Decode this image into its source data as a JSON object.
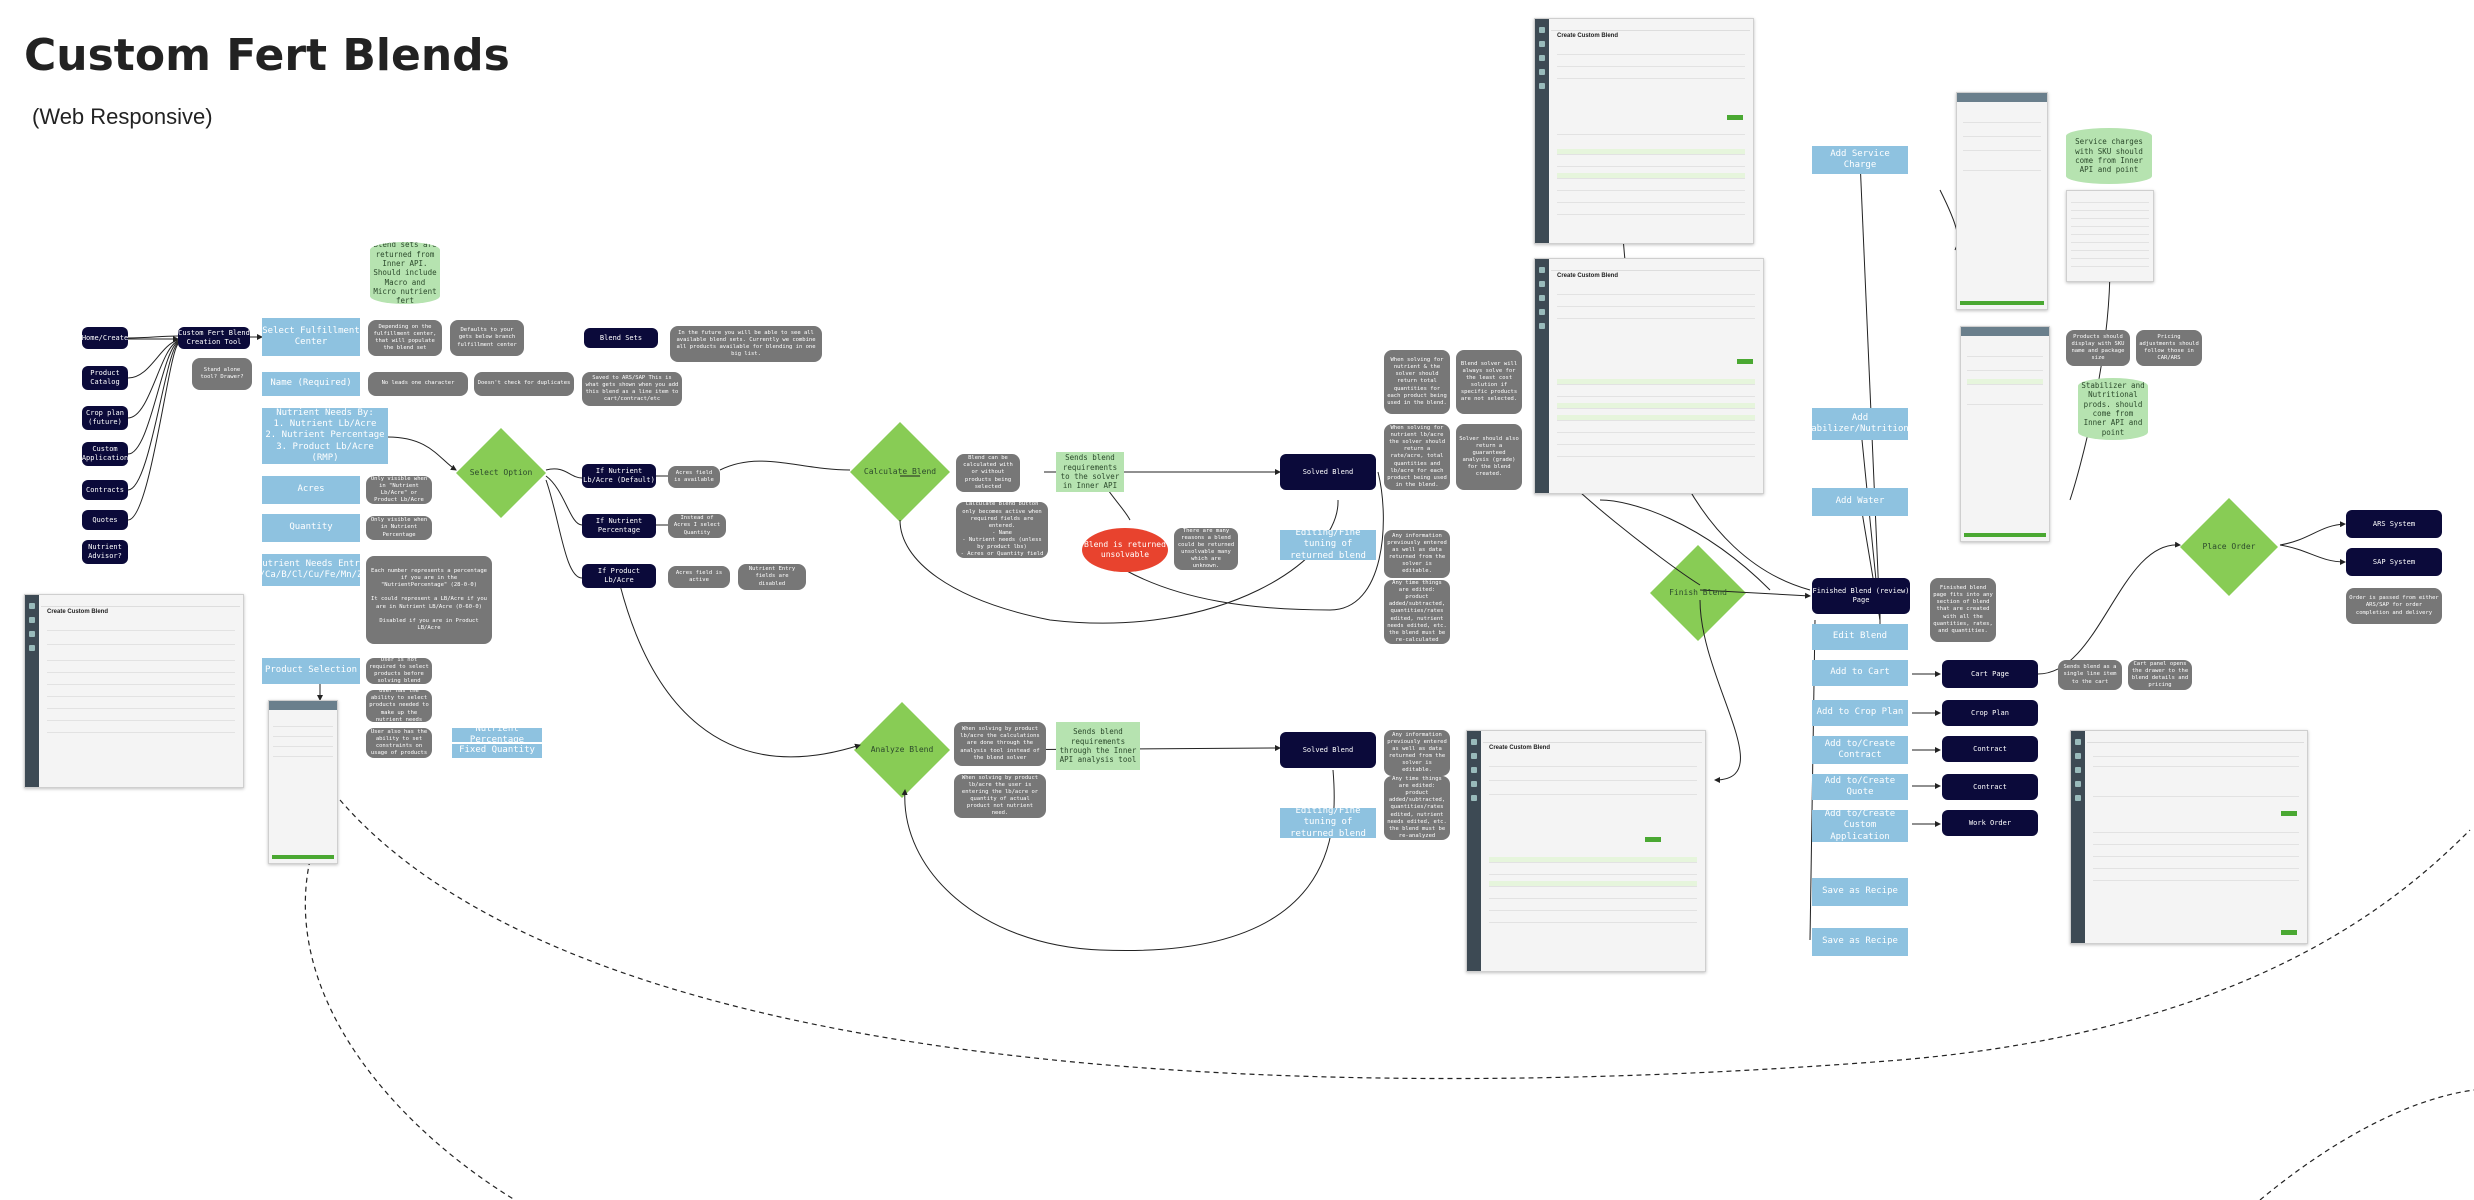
{
  "title": "Custom Fert Blends",
  "subtitle": "(Web Responsive)",
  "colors": {
    "dark": "#0b0a3a",
    "blue": "#8ec2e0",
    "note": "#777777",
    "green": "#b6e3b0",
    "diamond": "#88cc55",
    "red": "#e8432e"
  },
  "entry_points": [
    "Home/Create",
    "Product Catalog",
    "Crop plan (future)",
    "Custom Application",
    "Contracts",
    "Quotes",
    "Nutrient Advisor?"
  ],
  "tool_node": "Custom Fert Blend Creation Tool",
  "tool_note": "Stand alone tool? Drawer?",
  "fulfillment": {
    "box": "Select Fulfillment Center",
    "cylinder": "Blend sets are returned from Inner API. Should include Macro and Micro nutrient fert",
    "note1": "Depending on the fulfillment center, that will populate the blend set",
    "note2": "Defaults to your gets below branch fulfillment center",
    "blend_sets": "Blend Sets",
    "future_note": "In the future you will be able to see all available blend sets. Currently we combine all products available for blending in one big list."
  },
  "name": {
    "box": "Name (Required)",
    "note1": "No leads one character",
    "note2": "Doesn't check for duplicates",
    "note3": "Saved to ARS/SAP This is what gets shown when you add this blend as a line item to cart/contract/etc"
  },
  "nutrient_needs": {
    "box": "Nutrient Needs By:\n1. Nutrient Lb/Acre\n2. Nutrient Percentage\n3. Product Lb/Acre (RMP)",
    "acres_box": "Acres",
    "acres_note": "Only visible when in \"Nutrient Lb/Acre\" or Product Lb/Acre",
    "quantity_box": "Quantity",
    "quantity_note": "Only visible when in Nutrient Percentage",
    "entry_box": "Nutrient Needs Entry (N/P/K/S/Ca/B/Cl/Cu/Fe/Mn/Zn/Mo/Ni)",
    "entry_note": "Each number represents a percentage if you are in the \"NutrientPercentage\" (28-0-0)\n\nIt could represent a LB/Acre if you are in Nutrient LB/Acre (0-60-0)\n\nDisabled if you are in Product LB/Acre"
  },
  "select_option": {
    "diamond": "Select Option",
    "option1": "If Nutrient Lb/Acre (Default)",
    "option1_note": "Acres field is available",
    "option2": "If Nutrient Percentage",
    "option2_note": "Instead of Acres I select Quantity",
    "option3": "If Product Lb/Acre",
    "option3_note1": "Acres field is active",
    "option3_note2": "Nutrient Entry fields are disabled"
  },
  "product_selection": {
    "box": "Product Selection",
    "note1": "User is not required to select products before solving blend",
    "note2": "User has the ability to select products needed to make up the nutrient needs",
    "note3": "User also has the ability to set constraints on usage of products",
    "tag1": "Nutrient Percentage",
    "tag2": "Fixed Quantity"
  },
  "calculate": {
    "diamond": "Calculate Blend",
    "note1": "Blend can be calculated with or without products being selected",
    "note2": "Calculate Blend button only becomes active when required fields are entered.\n- Name\n- Nutrient needs (unless by product lbs)\n- Acres or Quantity field",
    "sends": "Sends blend requirements to the solver in Inner API",
    "unsolvable": "Blend is returned unsolvable",
    "unsolvable_note": "There are many reasons a blend could be returned unsolvable many which are unknown.",
    "solved": "Solved Blend",
    "editing": "Editing/Fine tuning of returned blend",
    "note_solve1": "When solving for nutrient & the solver should return total quantities for each product being used in the blend.",
    "note_solve2": "Blend solver will always solve for the least cost solution if specific products are not selected.",
    "note_solve3": "When solving for nutrient lb/acre the solver should return a rate/acre, total quantities and lb/acre for each product being used in the blend.",
    "note_solve4": "Solver should also return a guaranteed analysis (grade) for the blend created.",
    "edit_note1": "Any information previously entered as well as data returned from the solver is editable.",
    "edit_note2": "Any time things are edited: product added/subtracted, quantities/rates edited, nutrient needs edited, etc. the blend must be re-calculated"
  },
  "analyze": {
    "diamond": "Analyze Blend",
    "note1": "When solving by product lb/acre the calculations are done through the analysis tool instead of the blend solver",
    "note2": "When solving by product lb/acre the user is entering the lb/acre or quantity of actual product not nutrient need.",
    "sends": "Sends blend requirements through the Inner API analysis tool",
    "solved": "Solved Blend",
    "editing": "Editing/Fine tuning of returned blend",
    "edit_note1": "Any information previously entered as well as data returned from the solver is editable.",
    "edit_note2": "Any time things are edited: product added/subtracted, quantities/rates edited, nutrient needs edited, etc. the blend must be re-analyzed"
  },
  "finish": {
    "diamond": "Finish Blend",
    "page": "Finished Blend (review) Page",
    "page_note": "Finished blend page fits into any section of blend that are created with all the quantities, rates, and quantities.",
    "actions": [
      "Add Service Charge",
      "Add Stabilizer/Nutritional",
      "Add Water",
      "Edit Blend",
      "Add to Cart",
      "Add to Crop Plan",
      "Add to/Create Contract",
      "Add to/Create Quote",
      "Add to/Create Custom Application",
      "Save as Recipe",
      "Save as Recipe"
    ],
    "service_cyl": "Service charges with SKU should come from Inner API and point",
    "service_note1": "Products should display with SKU name and package size",
    "service_note2": "Pricing adjustments should follow those in CAR/ARS",
    "stab_cyl": "Stabilizer and Nutritional prods. should come from Inner API and point",
    "cart_page": "Cart Page",
    "cart_note1": "Sends blend as a single line item to the cart",
    "cart_note2": "Cart panel opens the drawer to the blend details and pricing",
    "crop_plan": "Crop Plan",
    "contract": "Contract",
    "quote_contract": "Contract",
    "work_order": "Work Order",
    "place_order": "Place Order",
    "ars": "ARS System",
    "sap": "SAP System",
    "order_note": "Order is passed from either ARS/SAP for order completion and delivery"
  },
  "mockup": {
    "title": "Create Custom Blend"
  }
}
